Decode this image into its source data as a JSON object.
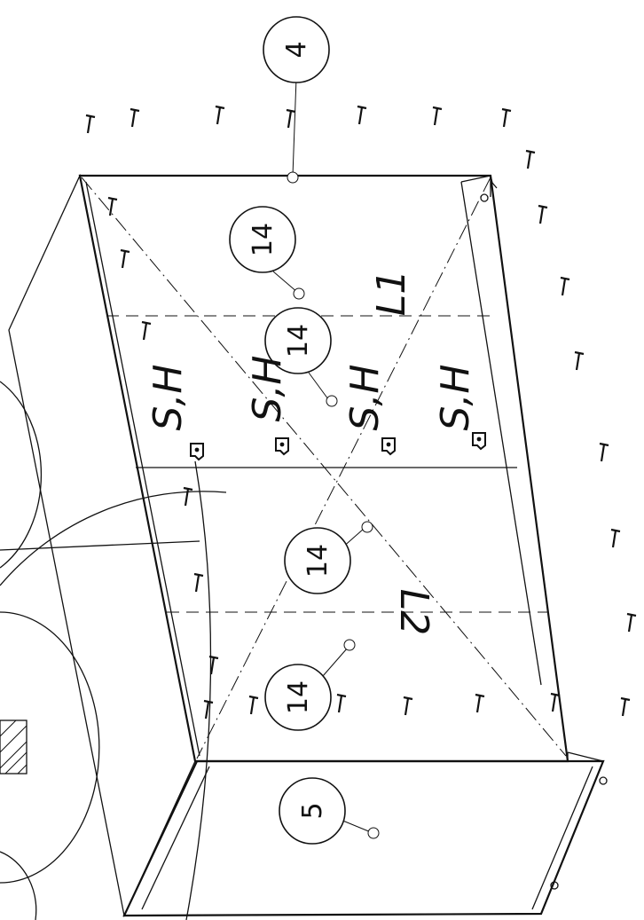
{
  "callouts": {
    "c4": "4",
    "c14a": "14",
    "c14b": "14",
    "c14c": "14",
    "c14d": "14",
    "c5": "5"
  },
  "panel_labels": {
    "l1": "L1",
    "l2": "L2",
    "sh1": "S,H",
    "sh2": "S,H",
    "sh3": "S,H",
    "sh4": "S,H"
  },
  "icons": [
    "nail-icon",
    "bracket-icon"
  ]
}
